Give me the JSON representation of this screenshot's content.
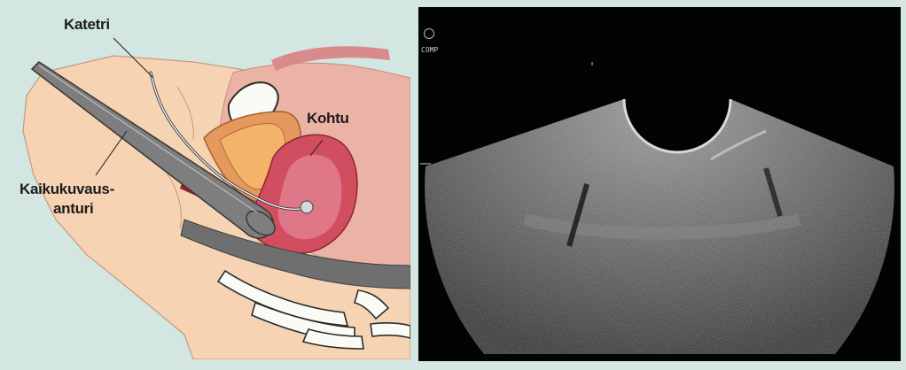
{
  "labels": {
    "catheter": "Katetri",
    "uterus": "Kohtu",
    "probe_line1": "Kaikukuvaus-",
    "probe_line2": "anturi"
  },
  "ultrasound": {
    "mode_label": "COMP"
  },
  "colors": {
    "background": "#d3e6e2",
    "skin": "#f6d3b3",
    "uterus": "#c9475a",
    "bladder": "#f0b060",
    "probe": "#7a7a7a",
    "label_text": "#1c1c1c"
  }
}
